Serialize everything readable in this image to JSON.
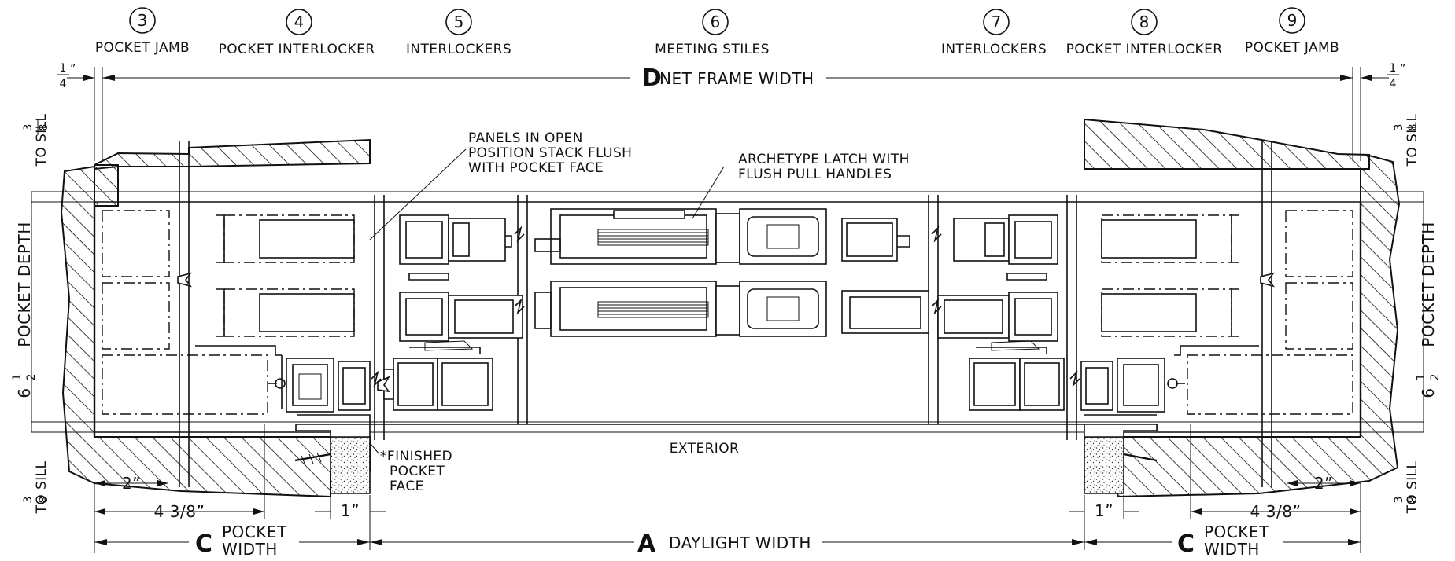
{
  "details": [
    {
      "number": "3",
      "label": "POCKET JAMB"
    },
    {
      "number": "4",
      "label": "POCKET INTERLOCKER"
    },
    {
      "number": "5",
      "label": "INTERLOCKERS"
    },
    {
      "number": "6",
      "label": "MEETING STILES"
    },
    {
      "number": "7",
      "label": "INTERLOCKERS"
    },
    {
      "number": "8",
      "label": "POCKET INTERLOCKER"
    },
    {
      "number": "9",
      "label": "POCKET JAMB"
    }
  ],
  "dimensions": {
    "net_frame_letter": "D",
    "net_frame_text": "NET FRAME WIDTH",
    "daylight_letter": "A",
    "daylight_text": "DAYLIGHT WIDTH",
    "pocket_letter": "C",
    "pocket_text_1": "POCKET",
    "pocket_text_2": "WIDTH",
    "quarter_whole": "",
    "quarter_num": "1",
    "quarter_den": "4",
    "inch_mark": "”",
    "three_eighths_num": "3",
    "three_eighths_den": "8",
    "to_sill": "TO SILL",
    "pocket_depth_whole": "6",
    "pocket_depth_num": "1",
    "pocket_depth_den": "2",
    "pocket_depth_text": "POCKET DEPTH",
    "two_inch": "2”",
    "four_three_eighths": "4 3/8”",
    "one_inch": "1”"
  },
  "notes": {
    "panels_1": "PANELS IN OPEN",
    "panels_2": "POSITION STACK FLUSH",
    "panels_3": "WITH POCKET FACE",
    "latch_1": "ARCHETYPE LATCH WITH",
    "latch_2": "FLUSH PULL HANDLES",
    "finished_1": "*FINISHED",
    "finished_2": "POCKET",
    "finished_3": "FACE",
    "exterior": "EXTERIOR"
  }
}
